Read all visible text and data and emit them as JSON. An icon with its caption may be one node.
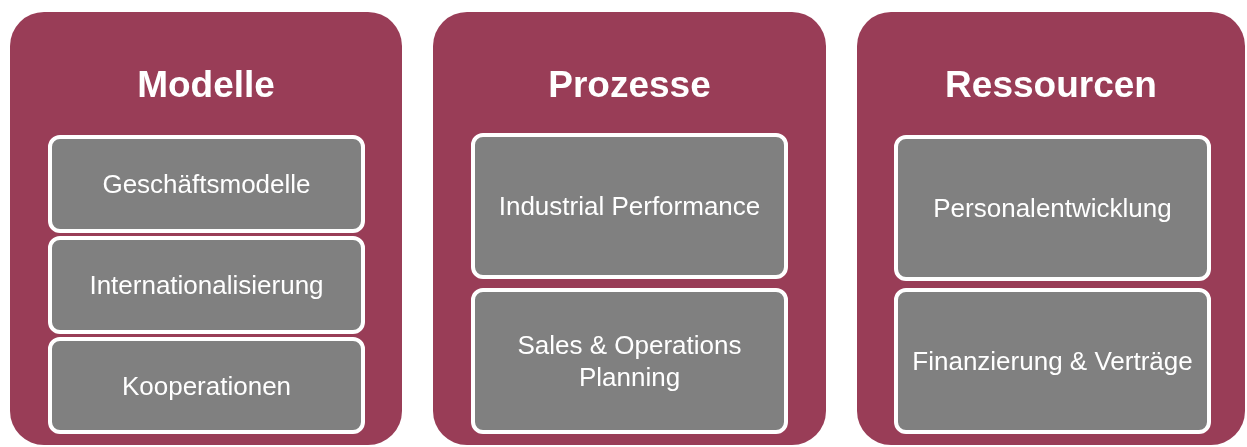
{
  "diagram": {
    "nodes": [
      {
        "text": [
          "Modelle"
        ]
      },
      {
        "text": [
          "Geschäftsmodelle"
        ],
        "in": 0
      },
      {
        "text": [
          "Internationalisierung"
        ],
        "in": 0
      },
      {
        "text": [
          "Kooperationen"
        ],
        "in": 0
      },
      {
        "text": [
          "Prozesse"
        ]
      },
      {
        "text": [
          "Industrial Performance"
        ],
        "in": 4
      },
      {
        "text": [
          "Sales & Operations Planning"
        ],
        "in": 4
      },
      {
        "text": [
          "Ressourcen"
        ]
      },
      {
        "text": [
          "Personalentwicklung"
        ],
        "in": 7
      },
      {
        "text": [
          "Finanzierung & Verträge"
        ],
        "in": 7
      }
    ]
  }
}
